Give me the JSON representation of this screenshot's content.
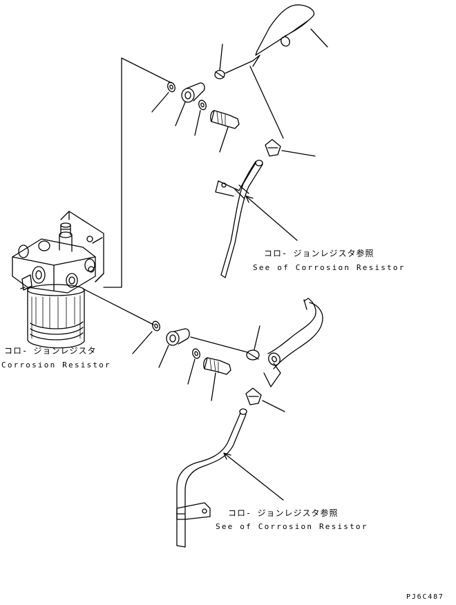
{
  "labels": {
    "filter_jp": "コロ- ジョンレジスタ",
    "filter_en": "Corrosion Resistor",
    "upper_ref_jp": "コロ- ジョンレジスタ参照",
    "upper_ref_en": "See of Corrosion Resistor",
    "lower_ref_jp": "コロ- ジョンレジスタ参照",
    "lower_ref_en": "See of Corrosion Resistor",
    "drawing_code": "PJ6C487"
  }
}
